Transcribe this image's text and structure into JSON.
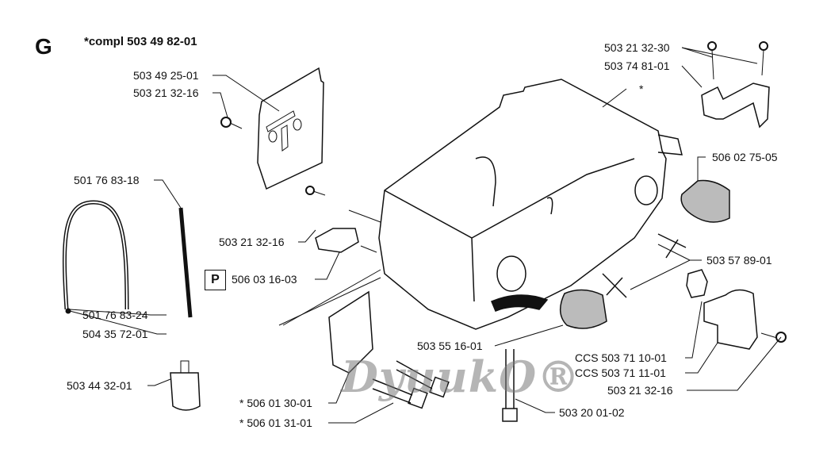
{
  "section_letter": "G",
  "assembly_note": "*compl 503 49 82-01",
  "p_marker": "P",
  "watermark": "DyuukO®",
  "asterisk": "*",
  "labels": {
    "chain_plate": "503 49 25-01",
    "plate_screw": "503 21 32-16",
    "hose_long": "501 76 83-18",
    "bracket_screw": "503 21 32-16",
    "bracket": "506 03 16-03",
    "hose_short": "501 76 83-24",
    "hose_nipple": "504 35 72-01",
    "filter": "503 44 32-01",
    "bolt_a": "* 506 01 30-01",
    "bolt_b": "* 506 01 31-01",
    "cap_front": "503 55 16-01",
    "long_screw": "503 20 01-02",
    "ccs_a": "CCS 503 71 10-01",
    "ccs_b": "CCS 503 71 11-01",
    "cover_screw": "503 21 32-16",
    "strap": "503 57 89-01",
    "cap_side": "506 02 75-05",
    "top_screws": "503 21 32-30",
    "top_bracket": "503 74 81-01"
  }
}
